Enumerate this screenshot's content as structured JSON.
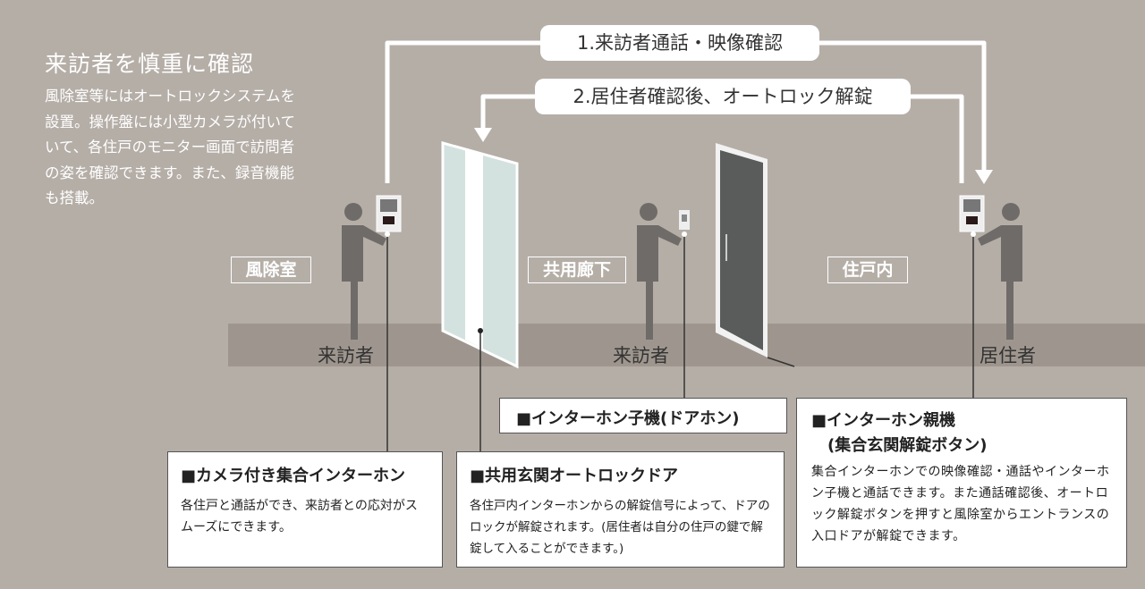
{
  "heading": "来訪者を慎重に確認",
  "intro": "風除室等にはオートロックシステムを設置。操作盤には小型カメラが付いていて、各住戸のモニター画面で訪問者の姿を確認できます。また、録音機能も搭載。",
  "steps": [
    "1.来訪者通話・映像確認",
    "2.居住者確認後、オートロック解錠"
  ],
  "zones": [
    "風除室",
    "共用廊下",
    "住戸内"
  ],
  "roles": [
    "来訪者",
    "来訪者",
    "居住者"
  ],
  "callouts": [
    {
      "title": "■カメラ付き集合インターホン",
      "body": "各住戸と通話ができ、来訪者との応対がスムーズにできます。"
    },
    {
      "title": "■共用玄関オートロックドア",
      "body": "各住戸内インターホンからの解錠信号によって、ドアのロックが解錠されます。(居住者は自分の住戸の鍵で解錠して入ることができます。)"
    },
    {
      "title": "■インターホン子機(ドアホン)"
    },
    {
      "title": "■インターホン親機",
      "subtitle": "(集合玄関解錠ボタン)",
      "body": "集合インターホンでの映像確認・通話やインターホン子機と通話できます。また通話確認後、オートロック解錠ボタンを押すと風除室からエントランスの入口ドアが解錠できます。"
    }
  ],
  "colors": {
    "background": "#b5aea7",
    "floor": "#9e968e",
    "figure": "#6f6b68",
    "door": "#5a5a5a"
  }
}
